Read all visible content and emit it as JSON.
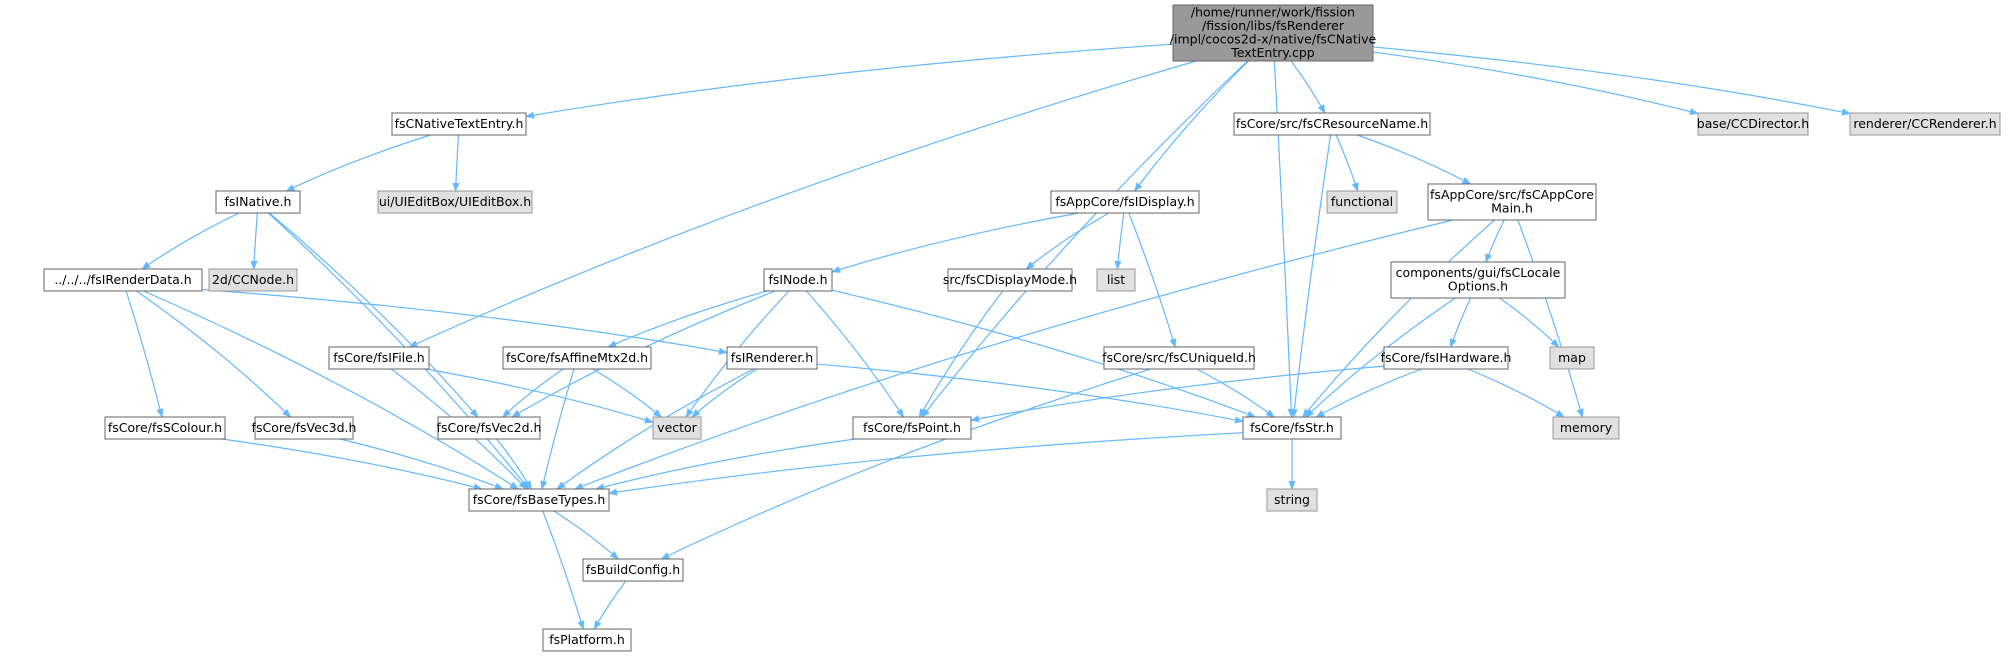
{
  "colors": {
    "edge": "#63B8FF",
    "node_fill": "#FFFFFF",
    "node_stroke": "#666666",
    "external_fill": "#E0E0E0",
    "external_stroke": "#999999",
    "root_fill": "#999999",
    "root_stroke": "#666666"
  },
  "nodes": [
    {
      "id": "root",
      "kind": "root",
      "lines": [
        "/home/runner/work/fission",
        "/fission/libs/fsRenderer",
        "/impl/cocos2d-x/native/fsCNative",
        "TextEntry.cpp"
      ]
    },
    {
      "id": "nte",
      "kind": "file",
      "lines": [
        "fsCNativeTextEntry.h"
      ]
    },
    {
      "id": "resname",
      "kind": "file",
      "lines": [
        "fsCore/src/fsCResourceName.h"
      ]
    },
    {
      "id": "ccdirector",
      "kind": "external",
      "lines": [
        "base/CCDirector.h"
      ]
    },
    {
      "id": "ccrenderer",
      "kind": "external",
      "lines": [
        "renderer/CCRenderer.h"
      ]
    },
    {
      "id": "native",
      "kind": "file",
      "lines": [
        "fsINative.h"
      ]
    },
    {
      "id": "uieditbox",
      "kind": "external",
      "lines": [
        "ui/UIEditBox/UIEditBox.h"
      ]
    },
    {
      "id": "display",
      "kind": "file",
      "lines": [
        "fsAppCore/fsIDisplay.h"
      ]
    },
    {
      "id": "functional",
      "kind": "external",
      "lines": [
        "functional"
      ]
    },
    {
      "id": "appcoremain",
      "kind": "file",
      "lines": [
        "fsAppCore/src/fsCAppCore",
        "Main.h"
      ]
    },
    {
      "id": "renderdata",
      "kind": "file",
      "lines": [
        "../../../fsIRenderData.h"
      ]
    },
    {
      "id": "ccnode",
      "kind": "external",
      "lines": [
        "2d/CCNode.h"
      ]
    },
    {
      "id": "inode",
      "kind": "file",
      "lines": [
        "fsINode.h"
      ]
    },
    {
      "id": "displaymode",
      "kind": "file",
      "lines": [
        "src/fsCDisplayMode.h"
      ]
    },
    {
      "id": "list",
      "kind": "external",
      "lines": [
        "list"
      ]
    },
    {
      "id": "locale",
      "kind": "file",
      "lines": [
        "components/gui/fsCLocale",
        "Options.h"
      ]
    },
    {
      "id": "ifile",
      "kind": "file",
      "lines": [
        "fsCore/fsIFile.h"
      ]
    },
    {
      "id": "affine",
      "kind": "file",
      "lines": [
        "fsCore/fsAffineMtx2d.h"
      ]
    },
    {
      "id": "irenderer",
      "kind": "file",
      "lines": [
        "fsIRenderer.h"
      ]
    },
    {
      "id": "uniqueid",
      "kind": "file",
      "lines": [
        "fsCore/src/fsCUniqueId.h"
      ]
    },
    {
      "id": "hardware",
      "kind": "file",
      "lines": [
        "fsCore/fsIHardware.h"
      ]
    },
    {
      "id": "map",
      "kind": "external",
      "lines": [
        "map"
      ]
    },
    {
      "id": "colour",
      "kind": "file",
      "lines": [
        "fsCore/fsSColour.h"
      ]
    },
    {
      "id": "vec3d",
      "kind": "file",
      "lines": [
        "fsCore/fsVec3d.h"
      ]
    },
    {
      "id": "vec2d",
      "kind": "file",
      "lines": [
        "fsCore/fsVec2d.h"
      ]
    },
    {
      "id": "vector",
      "kind": "external",
      "lines": [
        "vector"
      ]
    },
    {
      "id": "point",
      "kind": "file",
      "lines": [
        "fsCore/fsPoint.h"
      ]
    },
    {
      "id": "str",
      "kind": "file",
      "lines": [
        "fsCore/fsStr.h"
      ]
    },
    {
      "id": "memory",
      "kind": "external",
      "lines": [
        "memory"
      ]
    },
    {
      "id": "basetypes",
      "kind": "file",
      "lines": [
        "fsCore/fsBaseTypes.h"
      ]
    },
    {
      "id": "string",
      "kind": "external",
      "lines": [
        "string"
      ]
    },
    {
      "id": "buildconfig",
      "kind": "file",
      "lines": [
        "fsBuildConfig.h"
      ]
    },
    {
      "id": "platform",
      "kind": "file",
      "lines": [
        "fsPlatform.h"
      ]
    }
  ],
  "edges": [
    [
      "root",
      "nte"
    ],
    [
      "root",
      "ifile"
    ],
    [
      "root",
      "point"
    ],
    [
      "root",
      "display"
    ],
    [
      "root",
      "resname"
    ],
    [
      "root",
      "str"
    ],
    [
      "root",
      "ccdirector"
    ],
    [
      "root",
      "ccrenderer"
    ],
    [
      "nte",
      "native"
    ],
    [
      "nte",
      "uieditbox"
    ],
    [
      "native",
      "renderdata"
    ],
    [
      "native",
      "ccnode"
    ],
    [
      "native",
      "vec2d"
    ],
    [
      "native",
      "basetypes"
    ],
    [
      "renderdata",
      "irenderer"
    ],
    [
      "renderdata",
      "colour"
    ],
    [
      "renderdata",
      "vec3d"
    ],
    [
      "renderdata",
      "basetypes"
    ],
    [
      "display",
      "inode"
    ],
    [
      "display",
      "displaymode"
    ],
    [
      "display",
      "list"
    ],
    [
      "display",
      "uniqueid"
    ],
    [
      "inode",
      "affine"
    ],
    [
      "inode",
      "vec2d"
    ],
    [
      "inode",
      "vector"
    ],
    [
      "inode",
      "point"
    ],
    [
      "inode",
      "str"
    ],
    [
      "displaymode",
      "point"
    ],
    [
      "resname",
      "functional"
    ],
    [
      "resname",
      "appcoremain"
    ],
    [
      "resname",
      "str"
    ],
    [
      "appcoremain",
      "locale"
    ],
    [
      "appcoremain",
      "str"
    ],
    [
      "appcoremain",
      "memory"
    ],
    [
      "appcoremain",
      "basetypes"
    ],
    [
      "locale",
      "hardware"
    ],
    [
      "locale",
      "map"
    ],
    [
      "locale",
      "str"
    ],
    [
      "hardware",
      "point"
    ],
    [
      "hardware",
      "str"
    ],
    [
      "hardware",
      "memory"
    ],
    [
      "ifile",
      "vector"
    ],
    [
      "ifile",
      "basetypes"
    ],
    [
      "affine",
      "vec2d"
    ],
    [
      "affine",
      "vector"
    ],
    [
      "affine",
      "basetypes"
    ],
    [
      "irenderer",
      "vector"
    ],
    [
      "irenderer",
      "basetypes"
    ],
    [
      "irenderer",
      "str"
    ],
    [
      "uniqueid",
      "str"
    ],
    [
      "uniqueid",
      "buildconfig"
    ],
    [
      "colour",
      "basetypes"
    ],
    [
      "vec3d",
      "basetypes"
    ],
    [
      "vec2d",
      "basetypes"
    ],
    [
      "point",
      "basetypes"
    ],
    [
      "str",
      "basetypes"
    ],
    [
      "str",
      "string"
    ],
    [
      "basetypes",
      "buildconfig"
    ],
    [
      "basetypes",
      "platform"
    ],
    [
      "buildconfig",
      "platform"
    ]
  ]
}
